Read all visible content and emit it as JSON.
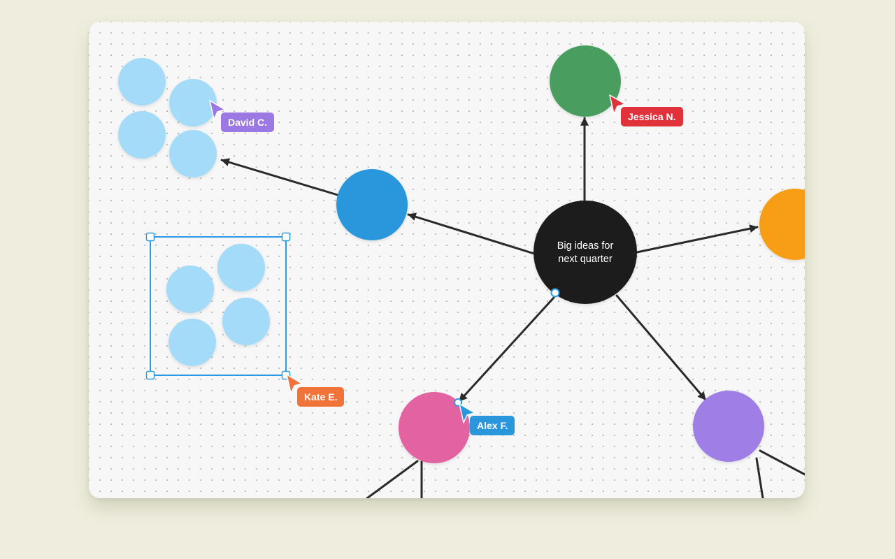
{
  "board": {
    "central_node": {
      "line1": "Big ideas for",
      "line2": "next quarter"
    },
    "colors": {
      "central": "#1f1f1f",
      "blue": "#2a97dd",
      "green": "#4a9e5e",
      "orange": "#f79e17",
      "pink": "#e262a2",
      "purple": "#9f7fe5",
      "light_blue": "#a3dbf8",
      "selection": "#2d9ae2"
    }
  },
  "collaborators": [
    {
      "name": "David C.",
      "color": "#9b78e3"
    },
    {
      "name": "Jessica N.",
      "color": "#e1323c"
    },
    {
      "name": "Kate E.",
      "color": "#f2733a"
    },
    {
      "name": "Alex F.",
      "color": "#2a97dd"
    }
  ]
}
